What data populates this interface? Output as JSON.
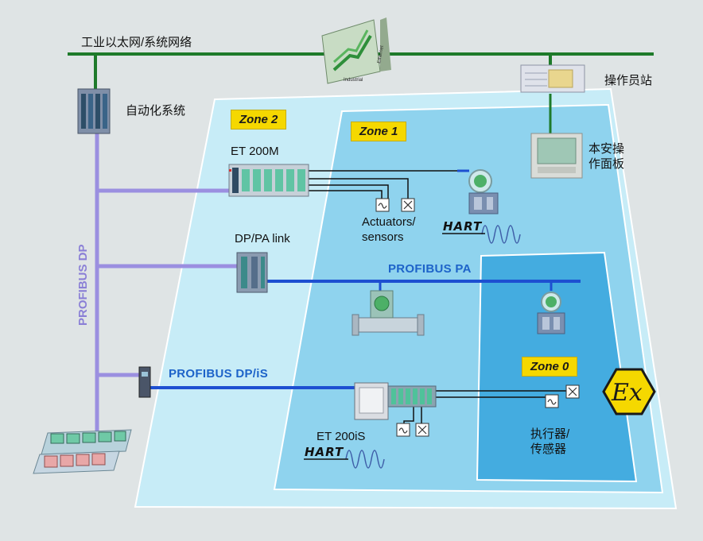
{
  "labels": {
    "ethernet": "工业以太网/系统网络",
    "automation": "自动化系统",
    "operator_station": "操作员站",
    "local_panel_line1": "本安操",
    "local_panel_line2": "作面板",
    "et200m": "ET 200M",
    "actuators_line1": "Actuators/",
    "actuators_line2": "sensors",
    "dppa_link": "DP/PA link",
    "profibus_pa": "PROFIBUS PA",
    "profibus_dpis": "PROFIBUS DP/iS",
    "profibus_dp": "PROFIBUS DP",
    "et200is": "ET 200iS",
    "actuator_cn_line1": "执行器/",
    "actuator_cn_line2": "传感器",
    "hart": "HART",
    "ex": "Ex"
  },
  "zones": {
    "zone2": "Zone 2",
    "zone1": "Zone 1",
    "zone0": "Zone 0"
  },
  "switch_text": {
    "line1": "Industrial",
    "line2": "Ethernet"
  },
  "colors": {
    "ethernet_line": "#1e7a2a",
    "profibus_dp_bus": "#9b8fe0",
    "profibus_blue": "#1d4fd1",
    "zone_yellow": "#f5d800",
    "zone2_fill": "#c7ecf7",
    "zone1_fill": "#8fd3ee",
    "zone0_fill": "#44ace0",
    "ex_yellow": "#f5d800"
  }
}
